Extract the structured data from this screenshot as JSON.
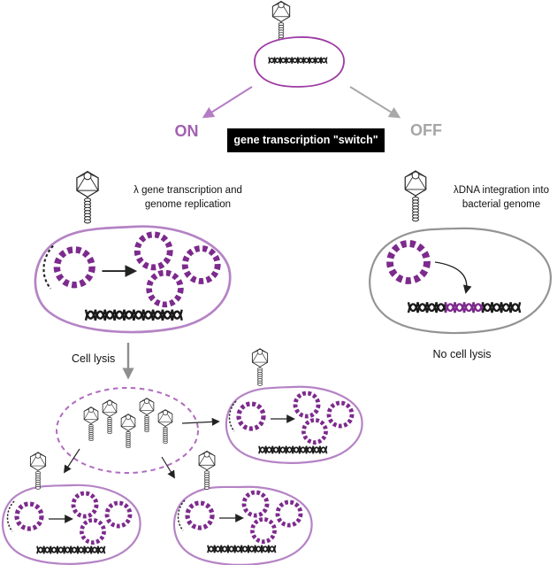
{
  "switch": {
    "label": "gene transcription \"switch\"",
    "on": "ON",
    "off": "OFF"
  },
  "branches": {
    "lytic": {
      "caption": "λ gene transcription and\ngenome replication",
      "outcome": "Cell lysis"
    },
    "lysogenic": {
      "caption": "λDNA integration into\nbacterial genome",
      "outcome": "No cell lysis"
    }
  },
  "colors": {
    "plasmid_purple": "#7d2a8d",
    "membrane_purple": "#b583c5",
    "top_cell_purple": "#9c3aa2",
    "membrane_gray": "#949494",
    "on_text": "#a361b1",
    "off_text": "#a6a6a6",
    "switch_bg": "#000000",
    "switch_text": "#ffffff",
    "arrow_purple": "#b37cc4",
    "arrow_gray": "#a8a8a8",
    "dna_black": "#1a1a1a"
  },
  "icons": {
    "phage": "bacteriophage-icon",
    "plasmid": "circular-lambda-dna-icon",
    "helix": "linear-dna-helix-icon",
    "burst_cell": "lysed-cell-dashed-outline-icon"
  }
}
